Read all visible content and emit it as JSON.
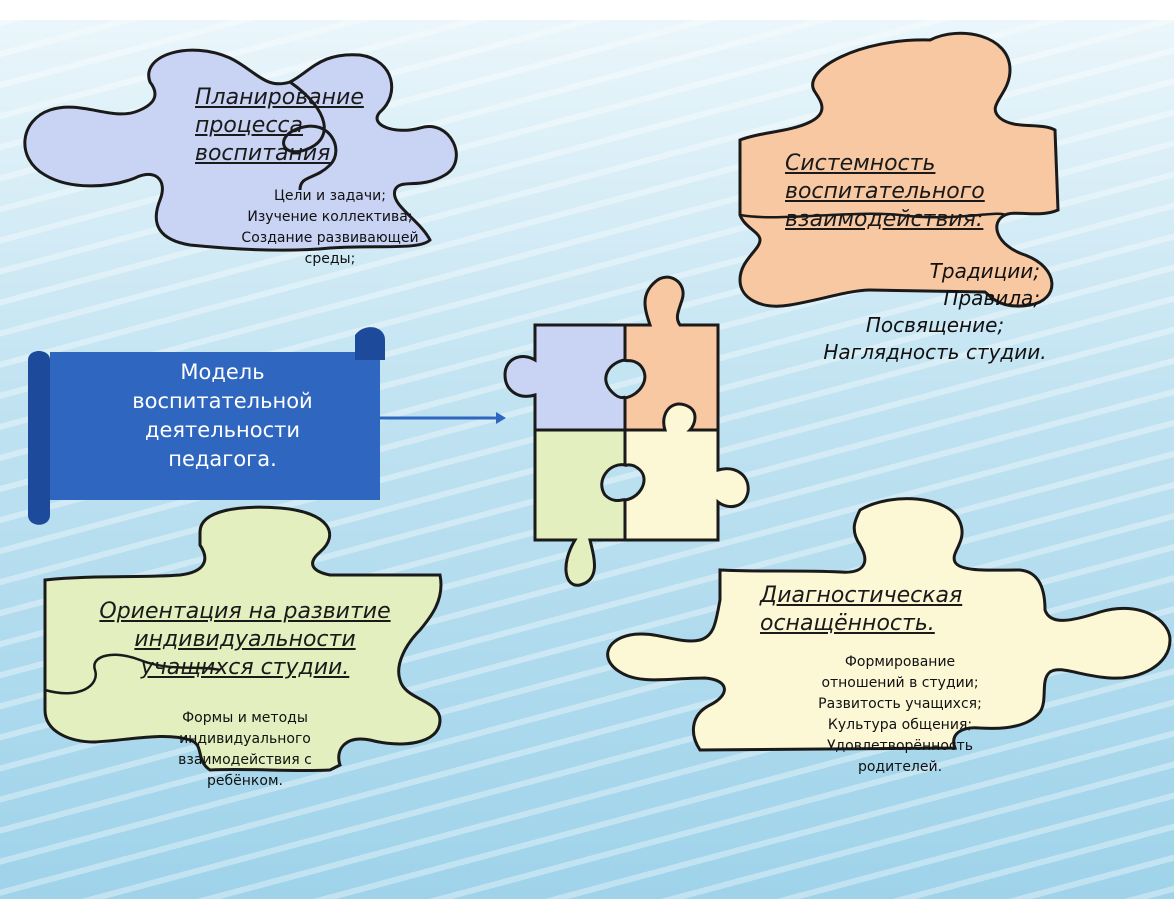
{
  "model": {
    "lines": [
      "Модель",
      "воспитательной",
      "деятельности",
      "педагога."
    ]
  },
  "pieces": {
    "top_left": {
      "heading": [
        "Планирование",
        "процесса",
        "воспитания"
      ],
      "items": [
        "Цели и задачи;",
        "Изучение коллектива;",
        "Создание развивающей",
        "среды;"
      ]
    },
    "top_right": {
      "heading": [
        "Системность",
        "воспитательного",
        "взаимодействия:"
      ],
      "items": [
        "Традиции;",
        "Правила;",
        "Посвящение;",
        "Наглядность студии."
      ]
    },
    "bottom_left": {
      "heading": [
        "Ориентация на развитие",
        "индивидуальности",
        "учащихся студии."
      ],
      "items": [
        "Формы и методы",
        "индивидуального",
        "взаимодействия с",
        "ребёнком."
      ]
    },
    "bottom_right": {
      "heading": [
        "Диагностическая",
        "оснащённость."
      ],
      "items": [
        "Формирование",
        "отношений в студии;",
        "Развитость учащихся;",
        "Культура общения;",
        "Удовлетворённость",
        "родителей."
      ]
    }
  },
  "colors": {
    "blue_piece": "#c9d3f3",
    "orange_piece": "#f8c8a2",
    "green_piece": "#e3efbe",
    "cream_piece": "#fcf8d6",
    "banner": "#2f67c0",
    "banner_dark": "#1d4a9a",
    "outline": "#1a1a1a"
  }
}
